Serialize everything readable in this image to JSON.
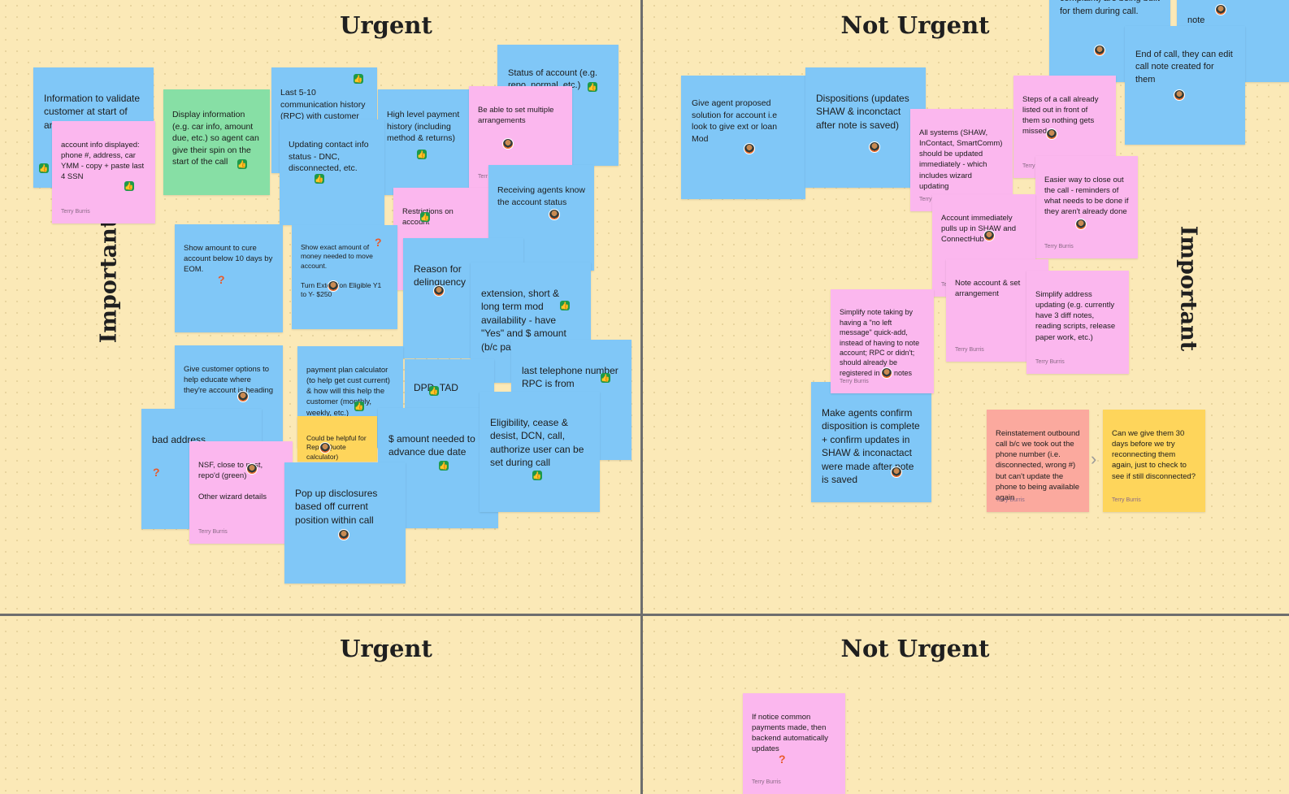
{
  "quadrant_headings": {
    "top_left": "Urgent",
    "top_right": "Not Urgent",
    "bottom_left": "Urgent",
    "bottom_right": "Not Urgent"
  },
  "axis_labels": {
    "left": "Important",
    "right": "Important"
  },
  "notes": {
    "info_validate": "Information to validate customer at start of any call",
    "account_info": "account info displayed: phone #, address, car YMM - copy + paste last 4 SSN",
    "display_info": "Display information (e.g. car info, amount due, etc.) so agent can give their spin on the start of the call",
    "last_5_10": "Last 5-10 communication history (RPC) with customer",
    "update_contact": "Updating contact info status - DNC, disconnected, etc.",
    "high_level_payment": "High level payment history (including method & returns)",
    "status_of_account": "Status of account (e.g. repo, normal, etc.)",
    "set_multiple": "Be able to set multiple arrangements",
    "receiving_agents": "Receiving agents know the account status",
    "restrictions": "Restrictions on account",
    "show_amount_cure": "Show amount to cure account below 10 days by EOM.",
    "show_exact": "Show exact amount of money needed to move account.\n\nTurn Extension Eligible Y1 to Y- $250",
    "reason_delinquency": "Reason for delinquency",
    "extension_mod": "extension, short & long term mod availability - have \"Yes\" and $ amount (b/c partial or not)",
    "last_telephone": "last telephone number RPC is from",
    "customer_options": "Give customer options to help educate where they're account is heading",
    "payment_plan_calc": "payment plan calculator (to help get cust current) & how will this help the customer (monthly, weekly, etc.)",
    "helpful_repo": "Could be helpful for Repo (Quote calculator)",
    "dpd_tad": "DPD, TAD",
    "amount_due_date": "$ amount needed to advance due date",
    "eligibility": "Eligibility, cease & desist, DCN, call, authorize user can be set during call",
    "bad_address": "bad address",
    "nsf_close": "NSF, close to post, repo'd (green)\n\nOther wizard details",
    "popup_disclosures": "Pop up disclosures based off current position within call",
    "proposed_solution": "Give agent proposed solution for account i.e look to give ext or loan Mod",
    "dispositions": "Dispositions (updates SHAW & inconctact after note is saved)",
    "extension_complaint": "Extension, and complaint) are being built for them during call.",
    "note_partial": "note",
    "end_of_call": "End of call, they can edit call note created for them",
    "steps_of_call": "Steps of a call already listed out in front of them so nothing gets missed",
    "all_systems": "All systems (SHAW, InContact, SmartComm) should be updated immediately - which includes wizard updating",
    "easier_close": "Easier way to close out the call - reminders of what needs to be done if they aren't already done",
    "account_pulls": "Account immediately pulls up in SHAW and ConnectHub",
    "note_account": "Note account & set arrangement",
    "simplify_address": "Simplify address updating (e.g. currently have 3 diff notes, reading scripts, release paper work, etc.)",
    "simplify_note": "Simplify note taking by having a \"no left message\" quick-add, instead of having to note account; RPC or didn't; should already be registered in the notes",
    "make_agents_confirm": "Make agents confirm disposition is complete + confirm updates in SHAW & inconactact were made after note is saved",
    "reinstatement": "Reinstatement outbound call b/c we took out the phone number (i.e. disconnected, wrong #) but can't update the phone to being available again",
    "give_30_days": "Can we give them 30 days before we try reconnecting them again, just to check to see if still disconnected?",
    "notice_common": "If notice common payments made, then backend automatically updates"
  },
  "author_short": "Terry Burris",
  "author_cut": "Terry",
  "author_cut_2": "Terr",
  "author_cut_3": "Te",
  "icons": {
    "thumb": "thumbs-up-icon",
    "question": "question-mark-icon",
    "avatar": "avatar-icon",
    "arrow": "connector-arrow-icon"
  },
  "glyphs": {
    "thumb": "👍",
    "question": "?",
    "arrow": "›"
  },
  "colors": {
    "background": "#fbe9b7",
    "blue": "#80c7f7",
    "pink": "#fbb7ee",
    "green": "#87dfa5",
    "yellow": "#fed55b",
    "salmon": "#fba99e",
    "divider": "#6e6e6e"
  }
}
